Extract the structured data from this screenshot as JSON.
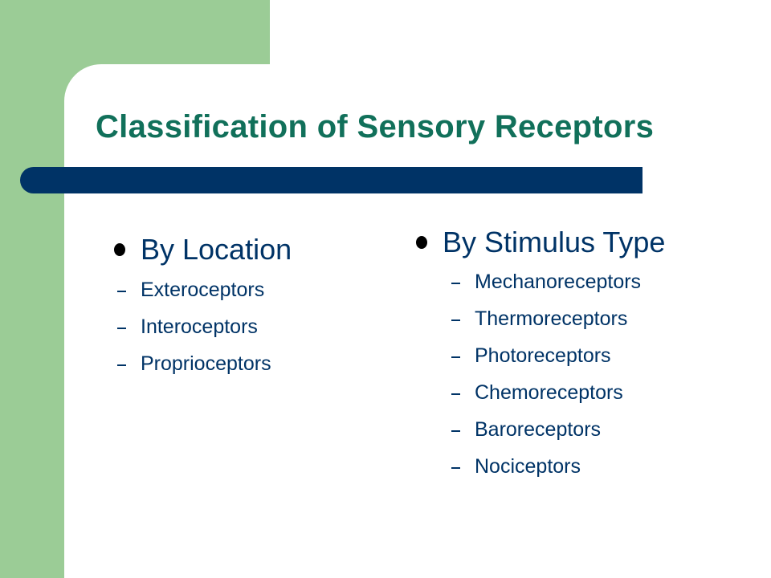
{
  "slide": {
    "title": "Classification of Sensory Receptors",
    "colors": {
      "green_band": "#9bcc96",
      "title": "#11705a",
      "bar": "#003366",
      "text": "#003366"
    },
    "columns": [
      {
        "heading": "By Location",
        "items": [
          "Exteroceptors",
          "Interoceptors",
          "Proprioceptors"
        ]
      },
      {
        "heading": "By Stimulus Type",
        "items": [
          "Mechanoreceptors",
          "Thermoreceptors",
          "Photoreceptors",
          "Chemoreceptors",
          "Baroreceptors",
          "Nociceptors"
        ]
      }
    ]
  }
}
